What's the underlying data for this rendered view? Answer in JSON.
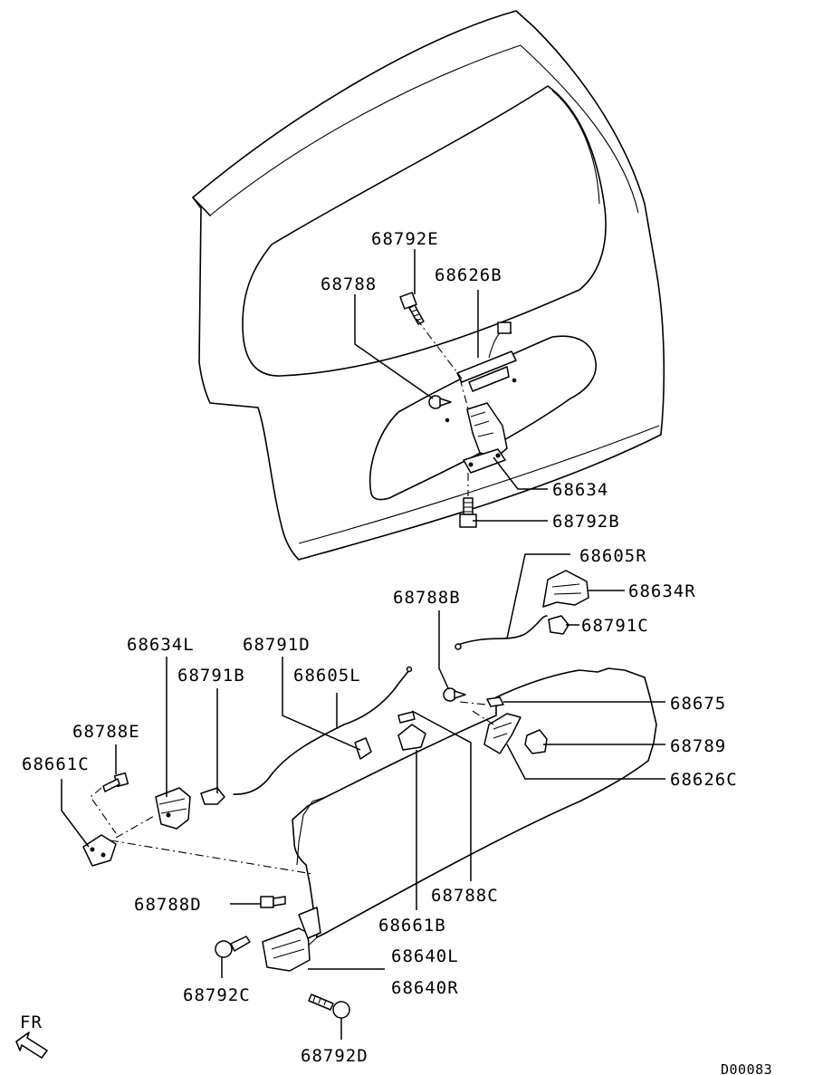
{
  "diagram": {
    "part_labels": {
      "p68792E": "68792E",
      "p68788": "68788",
      "p68626B": "68626B",
      "p68634": "68634",
      "p68792B": "68792B",
      "p68605R": "68605R",
      "p68634R": "68634R",
      "p68788B": "68788B",
      "p68791C": "68791C",
      "p68634L": "68634L",
      "p68791D": "68791D",
      "p68791B": "68791B",
      "p68605L": "68605L",
      "p68675": "68675",
      "p68788E": "68788E",
      "p68789": "68789",
      "p68661C": "68661C",
      "p68626C": "68626C",
      "p68788C": "68788C",
      "p68788D": "68788D",
      "p68661B": "68661B",
      "p68640L": "68640L",
      "p68640R": "68640R",
      "p68792C": "68792C",
      "p68792D": "68792D"
    },
    "direction_label": "FR",
    "drawing_code": "D00083"
  }
}
